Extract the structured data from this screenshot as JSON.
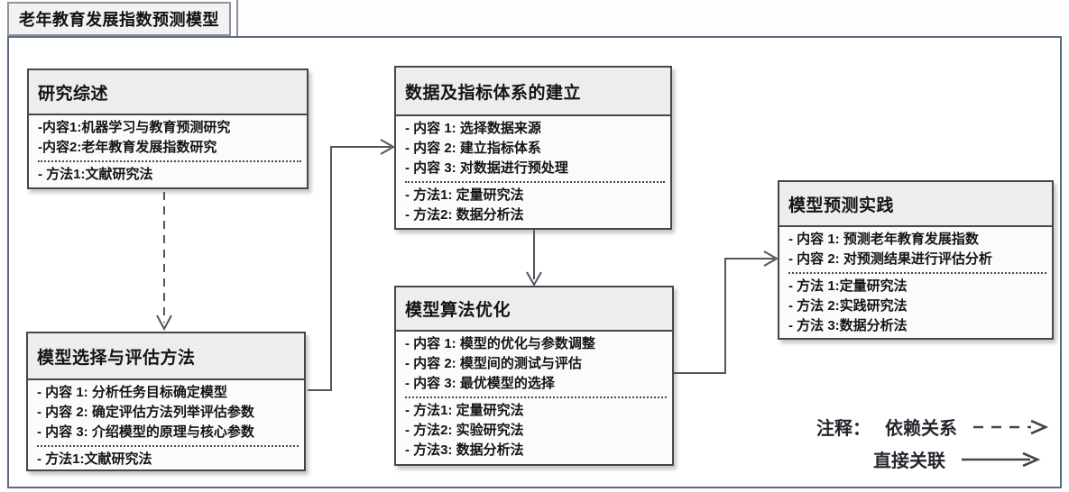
{
  "frame": {
    "title": "老年教育发展指数预测模型"
  },
  "nodes": [
    {
      "id": "research-review",
      "title": "研究综述",
      "contents": [
        "-内容1:机器学习与教育预测研究",
        "-内容2:老年教育发展指数研究"
      ],
      "methods": [
        "- 方法1:文献研究法"
      ]
    },
    {
      "id": "data-indicator-system",
      "title": "数据及指标体系的建立",
      "contents": [
        "- 内容 1: 选择数据来源",
        "- 内容 2: 建立指标体系",
        "- 内容 3: 对数据进行预处理"
      ],
      "methods": [
        "- 方法1: 定量研究法",
        "- 方法2: 数据分析法"
      ]
    },
    {
      "id": "model-prediction-practice",
      "title": "模型预测实践",
      "contents": [
        "- 内容 1: 预测老年教育发展指数",
        "- 内容 2: 对预测结果进行评估分析"
      ],
      "methods": [
        "- 方法 1:定量研究法",
        "- 方法 2:实践研究法",
        "- 方法 3:数据分析法"
      ]
    },
    {
      "id": "model-selection-evaluation",
      "title": "模型选择与评估方法",
      "contents": [
        "- 内容 1: 分析任务目标确定模型",
        "- 内容 2: 确定评估方法列举评估参数",
        "- 内容 3: 介绍模型的原理与核心参数"
      ],
      "methods": [
        "- 方法1:文献研究法"
      ]
    },
    {
      "id": "model-algorithm-optimization",
      "title": "模型算法优化",
      "contents": [
        "- 内容 1: 模型的优化与参数调整",
        "- 内容 2: 模型间的测试与评估",
        "- 内容 3: 最优模型的选择"
      ],
      "methods": [
        "- 方法1: 定量研究法",
        "- 方法2: 实验研究法",
        "- 方法3: 数据分析法"
      ]
    }
  ],
  "connections": [
    {
      "from": "研究综述",
      "to": "模型选择与评估方法",
      "type": "依赖关系",
      "style": "dashed"
    },
    {
      "from": "模型选择与评估方法",
      "to": "数据及指标体系的建立",
      "type": "直接关联",
      "style": "solid"
    },
    {
      "from": "数据及指标体系的建立",
      "to": "模型算法优化",
      "type": "直接关联",
      "style": "solid"
    },
    {
      "from": "模型算法优化",
      "to": "模型预测实践",
      "type": "直接关联",
      "style": "solid"
    }
  ],
  "legend": {
    "label": "注释：",
    "dashed_label": "依赖关系",
    "solid_label": "直接关联"
  },
  "colors": {
    "frame_border": "#5d6b83",
    "node_border": "#46464e",
    "node_header_fill": "#ededed",
    "node_body_fill": "#fbfbfb",
    "connector": "#54545c",
    "text": "#141414"
  }
}
